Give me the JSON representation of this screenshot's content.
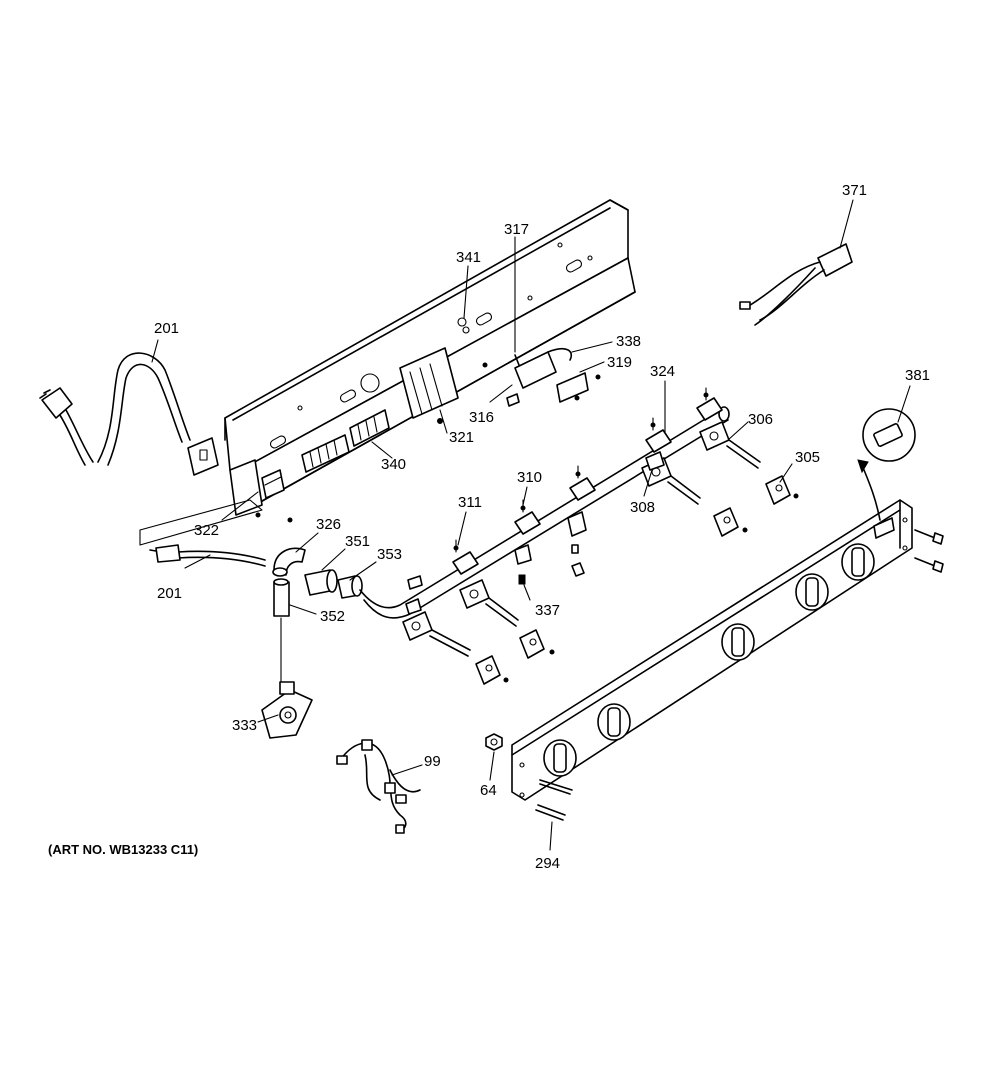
{
  "diagram": {
    "art_number": "(ART NO. WB13233 C11)",
    "callouts": {
      "c201a": "201",
      "c201b": "201",
      "c317": "317",
      "c341": "341",
      "c338": "338",
      "c319": "319",
      "c316": "316",
      "c321": "321",
      "c340": "340",
      "c322": "322",
      "c326": "326",
      "c351": "351",
      "c353": "353",
      "c352": "352",
      "c333": "333",
      "c99": "99",
      "c311": "311",
      "c310": "310",
      "c337": "337",
      "c324": "324",
      "c306": "306",
      "c305": "305",
      "c308": "308",
      "c371": "371",
      "c381": "381",
      "c64": "64",
      "c294": "294"
    }
  }
}
